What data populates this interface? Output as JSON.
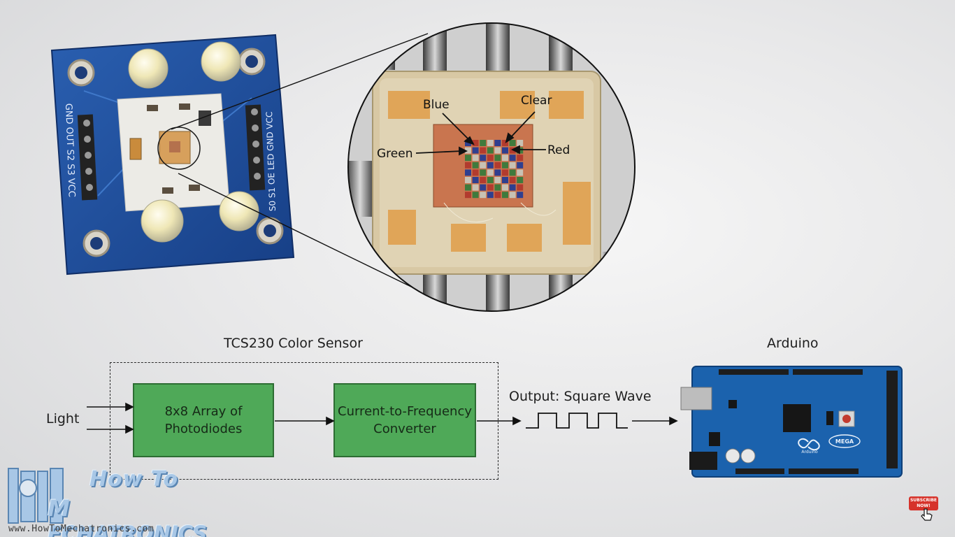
{
  "diagram": {
    "sensor_title": "TCS230 Color Sensor",
    "arduino_title": "Arduino",
    "input_label": "Light",
    "box1": "8x8 Array of\nPhotodiodes",
    "box2": "Current-to-Frequency\nConverter",
    "output_label": "Output: Square Wave"
  },
  "zoom": {
    "labels": {
      "blue": "Blue",
      "clear": "Clear",
      "green": "Green",
      "red": "Red"
    }
  },
  "module": {
    "pins_left": "GND OUT S2 S3 VCC",
    "pins_right": "S0 S1 OE LED GND VCC"
  },
  "arduino_board": {
    "brand_text": "Arduino",
    "model_text": "MEGA"
  },
  "logo": {
    "line1": "How To",
    "line2": "Mechatronics",
    "line2_prefix": "M",
    "line2_rest": "ECHATRONICS",
    "url": "www.HowToMechatronics.com"
  },
  "subscribe": {
    "line1": "SUBSCRIBE",
    "line2": "NOW!"
  },
  "colors": {
    "box_fill": "#4fa958",
    "box_border": "#2d6d33",
    "pcb_blue": "#1f4e9c",
    "arduino_blue": "#1b62ad",
    "chip_orange": "#d99a4e"
  }
}
